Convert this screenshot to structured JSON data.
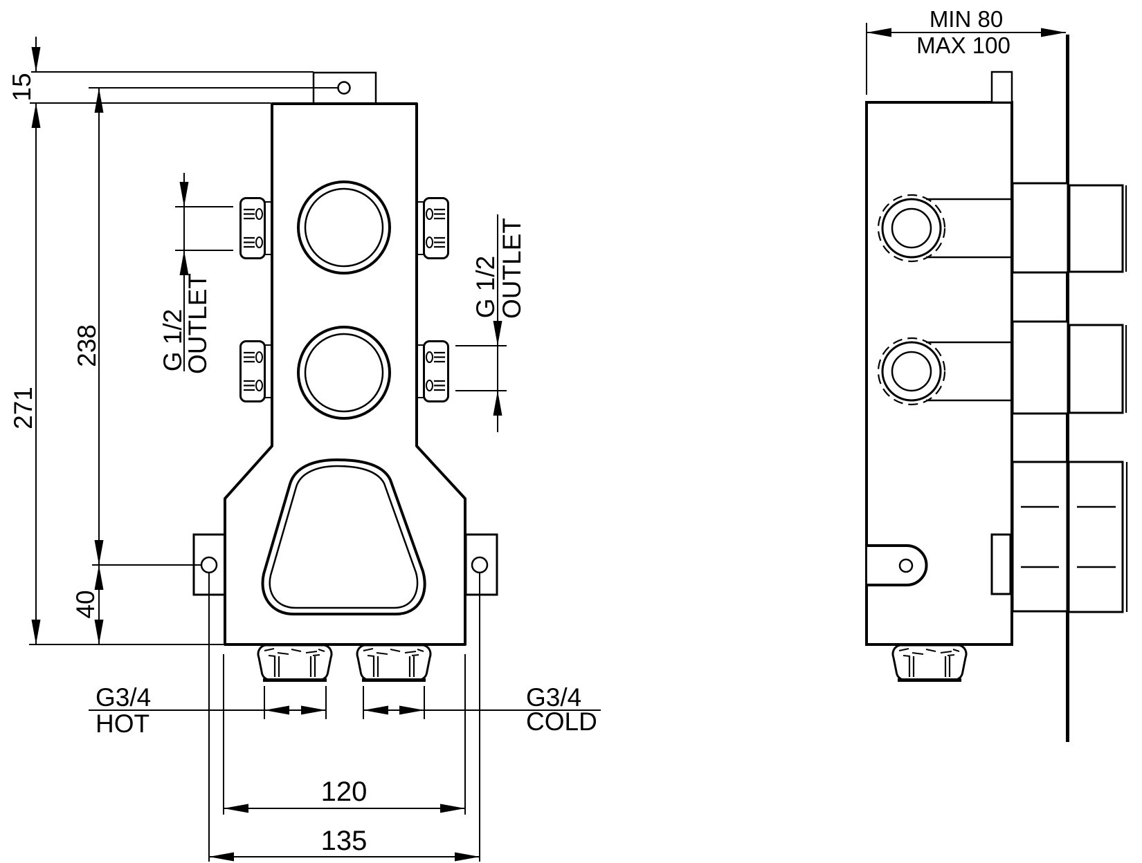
{
  "front_view": {
    "dim_tab_height": "15",
    "dim_hole_to_top": "238",
    "dim_total_height": "271",
    "dim_hole_to_base": "40",
    "dim_inlet_width": "120",
    "dim_mount_width": "135",
    "outlet_left": {
      "thread": "G 1/2",
      "label": "OUTLET"
    },
    "outlet_right": {
      "thread": "G 1/2",
      "label": "OUTLET"
    },
    "inlet_hot": {
      "thread": "G3/4",
      "label": "HOT"
    },
    "inlet_cold": {
      "thread": "G3/4",
      "label": "COLD"
    }
  },
  "side_view": {
    "dim_depth_min": "MIN 80",
    "dim_depth_max": "MAX 100"
  },
  "colors": {
    "line": "#000000",
    "background": "#ffffff"
  }
}
